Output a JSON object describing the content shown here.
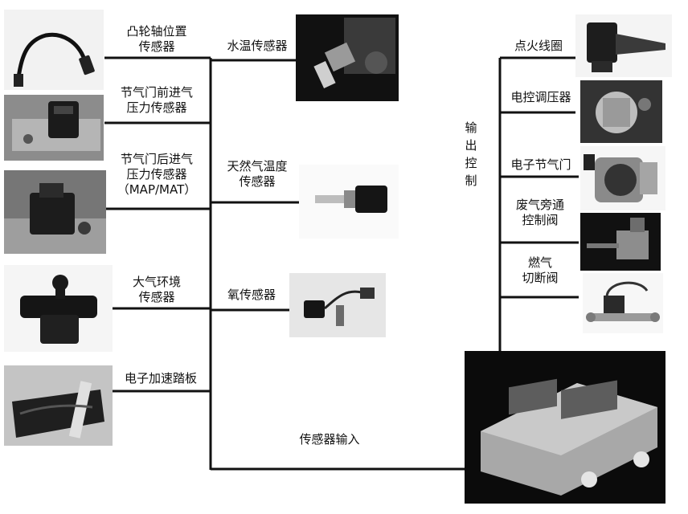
{
  "sensors_left": [
    {
      "id": "camshaft",
      "lines": [
        "凸轮轴位置",
        "传感器"
      ]
    },
    {
      "id": "tmap-front",
      "lines": [
        "节气门前进气",
        "压力传感器"
      ]
    },
    {
      "id": "map-after",
      "lines": [
        "节气门后进气",
        "压力传感器",
        "（MAP/MAT）"
      ]
    },
    {
      "id": "baro",
      "lines": [
        "大气环境",
        "传感器"
      ]
    },
    {
      "id": "pedal",
      "lines": [
        "电子加速踏板"
      ]
    }
  ],
  "sensors_mid": [
    {
      "id": "coolant",
      "lines": [
        "水温传感器"
      ]
    },
    {
      "id": "gas-temp",
      "lines": [
        "天然气温度",
        "传感器"
      ]
    },
    {
      "id": "oxygen",
      "lines": [
        "氧传感器"
      ]
    }
  ],
  "sensor_input_label": "传感器输入",
  "output_label": [
    "输",
    "出",
    "控",
    "制"
  ],
  "actuators": [
    {
      "id": "ignition",
      "lines": [
        "点火线圈"
      ]
    },
    {
      "id": "regulator",
      "lines": [
        "电控调压器"
      ]
    },
    {
      "id": "throttle",
      "lines": [
        "电子节气门"
      ]
    },
    {
      "id": "wastegate",
      "lines": [
        "废气旁通",
        "控制阀"
      ]
    },
    {
      "id": "shutoff",
      "lines": [
        "燃气",
        "切断阀"
      ]
    }
  ]
}
